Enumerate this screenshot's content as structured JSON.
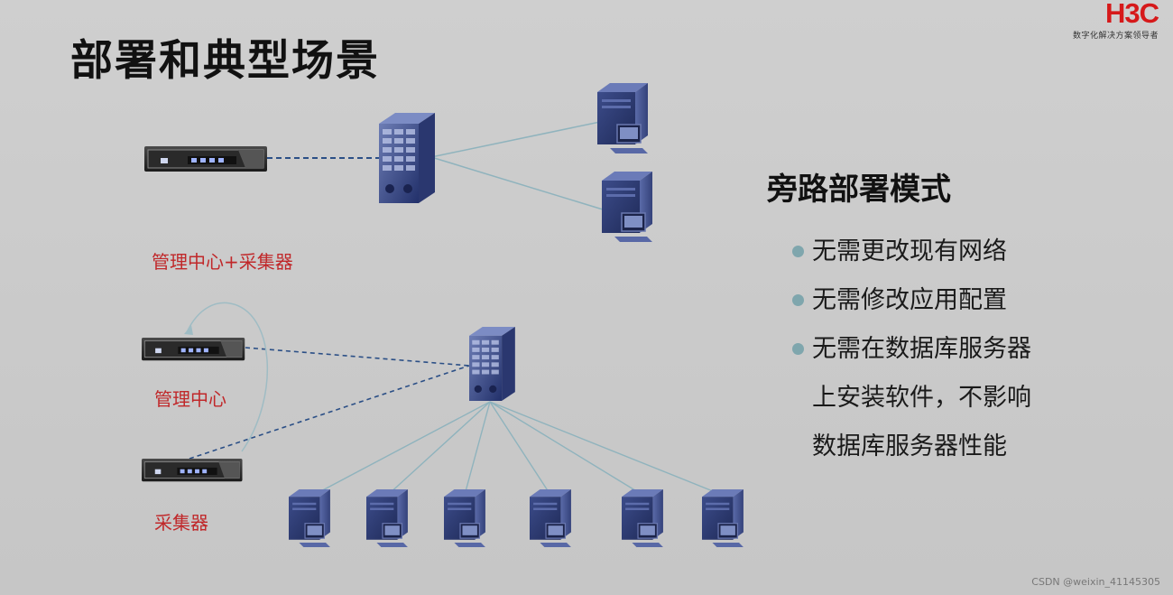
{
  "slide": {
    "title": "部署和典型场景",
    "logo": {
      "mark": "H3C",
      "tagline": "数字化解决方案领导者"
    },
    "watermark": "CSDN @weixin_41145305"
  },
  "diagram": {
    "top_label": "管理中心+采集器",
    "mgmt_label": "管理中心",
    "collector_label": "采集器"
  },
  "panel": {
    "title": "旁路部署模式",
    "bullets": [
      {
        "text": "无需更改现有网络"
      },
      {
        "text": "无需修改应用配置"
      },
      {
        "text": "无需在数据库服务器",
        "cont": [
          "上安装软件，不影响",
          "数据库服务器性能"
        ]
      }
    ]
  },
  "colors": {
    "label_red": "#c0282a",
    "bullet_dot": "#7fa6ad",
    "server_blue": "#2d3a72",
    "line": "#8fb3bd",
    "dash": "#2b4f86"
  }
}
